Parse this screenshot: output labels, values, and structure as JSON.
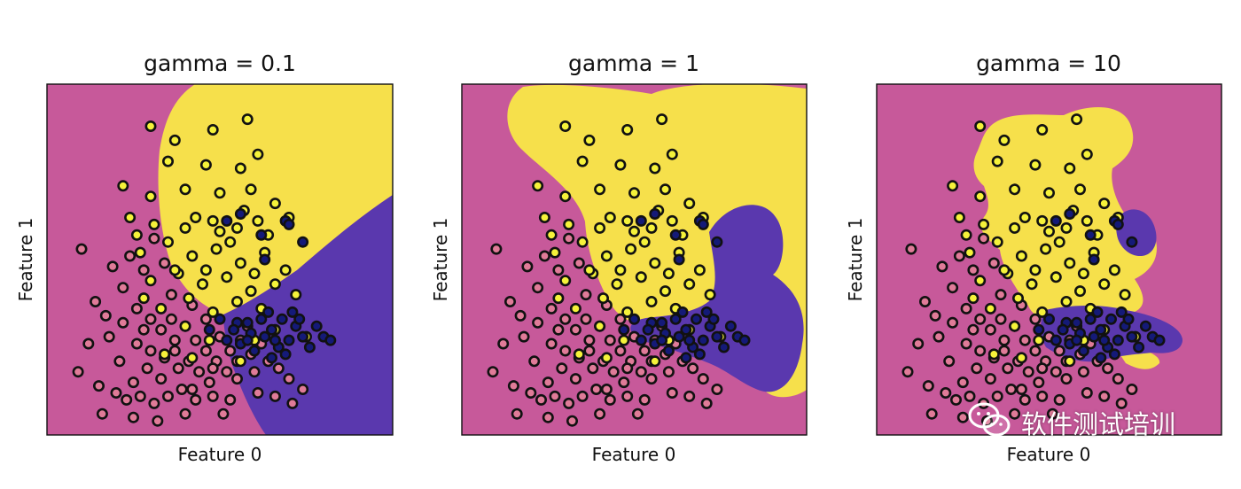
{
  "colors": {
    "region_pink": "#c7599a",
    "region_yellow": "#f6e04b",
    "region_purple": "#5a38ae",
    "point_pink": "#e07b98",
    "point_yellow": "#f5f23a",
    "point_navy": "#141a78",
    "edge": "#111111"
  },
  "watermark": {
    "text": "软件测试培训",
    "icon": "wechat-icon"
  },
  "chart_data": [
    {
      "type": "scatter",
      "title": "gamma = 0.1",
      "xlabel": "Feature 0",
      "ylabel": "Feature 1",
      "grid": false,
      "legend": "none",
      "series": [
        {
          "class": "pink",
          "points": []
        },
        {
          "class": "yellow",
          "points": []
        },
        {
          "class": "navy",
          "points": []
        }
      ]
    },
    {
      "type": "scatter",
      "title": "gamma = 1",
      "xlabel": "Feature 0",
      "ylabel": "Feature 1",
      "grid": false,
      "legend": "none",
      "series": [
        {
          "class": "pink",
          "points": []
        },
        {
          "class": "yellow",
          "points": []
        },
        {
          "class": "navy",
          "points": []
        }
      ]
    },
    {
      "type": "scatter",
      "title": "gamma = 10",
      "xlabel": "Feature 0",
      "ylabel": "Feature 1",
      "grid": false,
      "legend": "none",
      "series": [
        {
          "class": "pink",
          "points": []
        },
        {
          "class": "yellow",
          "points": []
        },
        {
          "class": "navy",
          "points": []
        }
      ]
    }
  ],
  "scatter_points": {
    "pink": [
      [
        0.17,
        0.34
      ],
      [
        0.22,
        0.42
      ],
      [
        0.24,
        0.51
      ],
      [
        0.28,
        0.47
      ],
      [
        0.31,
        0.56
      ],
      [
        0.34,
        0.49
      ],
      [
        0.36,
        0.4
      ],
      [
        0.26,
        0.36
      ],
      [
        0.3,
        0.33
      ],
      [
        0.33,
        0.3
      ],
      [
        0.37,
        0.27
      ],
      [
        0.4,
        0.31
      ],
      [
        0.43,
        0.27
      ],
      [
        0.46,
        0.24
      ],
      [
        0.49,
        0.21
      ],
      [
        0.46,
        0.33
      ],
      [
        0.5,
        0.28
      ],
      [
        0.53,
        0.24
      ],
      [
        0.56,
        0.27
      ],
      [
        0.59,
        0.23
      ],
      [
        0.62,
        0.26
      ],
      [
        0.64,
        0.21
      ],
      [
        0.58,
        0.31
      ],
      [
        0.42,
        0.37
      ],
      [
        0.38,
        0.19
      ],
      [
        0.33,
        0.16
      ],
      [
        0.29,
        0.19
      ],
      [
        0.25,
        0.15
      ],
      [
        0.21,
        0.21
      ],
      [
        0.26,
        0.26
      ],
      [
        0.3,
        0.24
      ],
      [
        0.34,
        0.22
      ],
      [
        0.37,
        0.24
      ],
      [
        0.41,
        0.21
      ],
      [
        0.44,
        0.18
      ],
      [
        0.47,
        0.15
      ],
      [
        0.52,
        0.18
      ],
      [
        0.55,
        0.16
      ],
      [
        0.6,
        0.18
      ],
      [
        0.67,
        0.19
      ],
      [
        0.7,
        0.16
      ],
      [
        0.74,
        0.13
      ],
      [
        0.09,
        0.18
      ],
      [
        0.12,
        0.26
      ],
      [
        0.15,
        0.14
      ],
      [
        0.18,
        0.28
      ],
      [
        0.2,
        0.12
      ],
      [
        0.23,
        0.1
      ],
      [
        0.27,
        0.11
      ],
      [
        0.31,
        0.09
      ],
      [
        0.35,
        0.11
      ],
      [
        0.39,
        0.13
      ],
      [
        0.43,
        0.1
      ],
      [
        0.48,
        0.11
      ],
      [
        0.53,
        0.1
      ],
      [
        0.16,
        0.06
      ],
      [
        0.25,
        0.05
      ],
      [
        0.4,
        0.06
      ],
      [
        0.51,
        0.06
      ],
      [
        0.32,
        0.04
      ],
      [
        0.14,
        0.38
      ],
      [
        0.19,
        0.48
      ],
      [
        0.1,
        0.53
      ],
      [
        0.42,
        0.13
      ],
      [
        0.48,
        0.19
      ],
      [
        0.55,
        0.21
      ],
      [
        0.28,
        0.3
      ],
      [
        0.22,
        0.32
      ],
      [
        0.36,
        0.33
      ],
      [
        0.61,
        0.12
      ],
      [
        0.66,
        0.11
      ],
      [
        0.71,
        0.09
      ]
    ],
    "yellow": [
      [
        0.3,
        0.88
      ],
      [
        0.37,
        0.84
      ],
      [
        0.48,
        0.87
      ],
      [
        0.58,
        0.9
      ],
      [
        0.35,
        0.78
      ],
      [
        0.46,
        0.77
      ],
      [
        0.56,
        0.76
      ],
      [
        0.61,
        0.8
      ],
      [
        0.22,
        0.71
      ],
      [
        0.3,
        0.68
      ],
      [
        0.4,
        0.7
      ],
      [
        0.5,
        0.69
      ],
      [
        0.59,
        0.7
      ],
      [
        0.66,
        0.66
      ],
      [
        0.24,
        0.62
      ],
      [
        0.31,
        0.6
      ],
      [
        0.4,
        0.59
      ],
      [
        0.48,
        0.61
      ],
      [
        0.55,
        0.59
      ],
      [
        0.61,
        0.61
      ],
      [
        0.7,
        0.62
      ],
      [
        0.27,
        0.52
      ],
      [
        0.35,
        0.55
      ],
      [
        0.42,
        0.51
      ],
      [
        0.49,
        0.53
      ],
      [
        0.56,
        0.49
      ],
      [
        0.63,
        0.52
      ],
      [
        0.69,
        0.47
      ],
      [
        0.3,
        0.44
      ],
      [
        0.38,
        0.46
      ],
      [
        0.45,
        0.43
      ],
      [
        0.52,
        0.45
      ],
      [
        0.59,
        0.41
      ],
      [
        0.66,
        0.43
      ],
      [
        0.72,
        0.4
      ],
      [
        0.33,
        0.36
      ],
      [
        0.41,
        0.39
      ],
      [
        0.48,
        0.35
      ],
      [
        0.55,
        0.38
      ],
      [
        0.62,
        0.36
      ],
      [
        0.43,
        0.62
      ],
      [
        0.53,
        0.55
      ],
      [
        0.37,
        0.47
      ],
      [
        0.46,
        0.47
      ],
      [
        0.6,
        0.46
      ],
      [
        0.28,
        0.39
      ],
      [
        0.4,
        0.31
      ],
      [
        0.47,
        0.27
      ],
      [
        0.6,
        0.27
      ],
      [
        0.66,
        0.3
      ],
      [
        0.75,
        0.28
      ],
      [
        0.42,
        0.22
      ],
      [
        0.56,
        0.21
      ],
      [
        0.34,
        0.23
      ],
      [
        0.5,
        0.58
      ],
      [
        0.26,
        0.57
      ],
      [
        0.64,
        0.57
      ],
      [
        0.57,
        0.64
      ]
    ],
    "navy": [
      [
        0.52,
        0.61
      ],
      [
        0.56,
        0.63
      ],
      [
        0.62,
        0.57
      ],
      [
        0.69,
        0.61
      ],
      [
        0.7,
        0.6
      ],
      [
        0.74,
        0.55
      ],
      [
        0.63,
        0.5
      ],
      [
        0.5,
        0.33
      ],
      [
        0.55,
        0.32
      ],
      [
        0.58,
        0.32
      ],
      [
        0.62,
        0.33
      ],
      [
        0.65,
        0.3
      ],
      [
        0.68,
        0.33
      ],
      [
        0.72,
        0.31
      ],
      [
        0.74,
        0.28
      ],
      [
        0.59,
        0.29
      ],
      [
        0.63,
        0.28
      ],
      [
        0.67,
        0.25
      ],
      [
        0.7,
        0.27
      ],
      [
        0.56,
        0.26
      ],
      [
        0.52,
        0.27
      ],
      [
        0.76,
        0.25
      ],
      [
        0.73,
        0.33
      ],
      [
        0.47,
        0.3
      ],
      [
        0.6,
        0.24
      ],
      [
        0.65,
        0.22
      ],
      [
        0.69,
        0.23
      ],
      [
        0.8,
        0.28
      ],
      [
        0.82,
        0.27
      ],
      [
        0.54,
        0.3
      ],
      [
        0.71,
        0.35
      ],
      [
        0.64,
        0.35
      ],
      [
        0.78,
        0.31
      ],
      [
        0.66,
        0.27
      ],
      [
        0.58,
        0.27
      ]
    ]
  }
}
